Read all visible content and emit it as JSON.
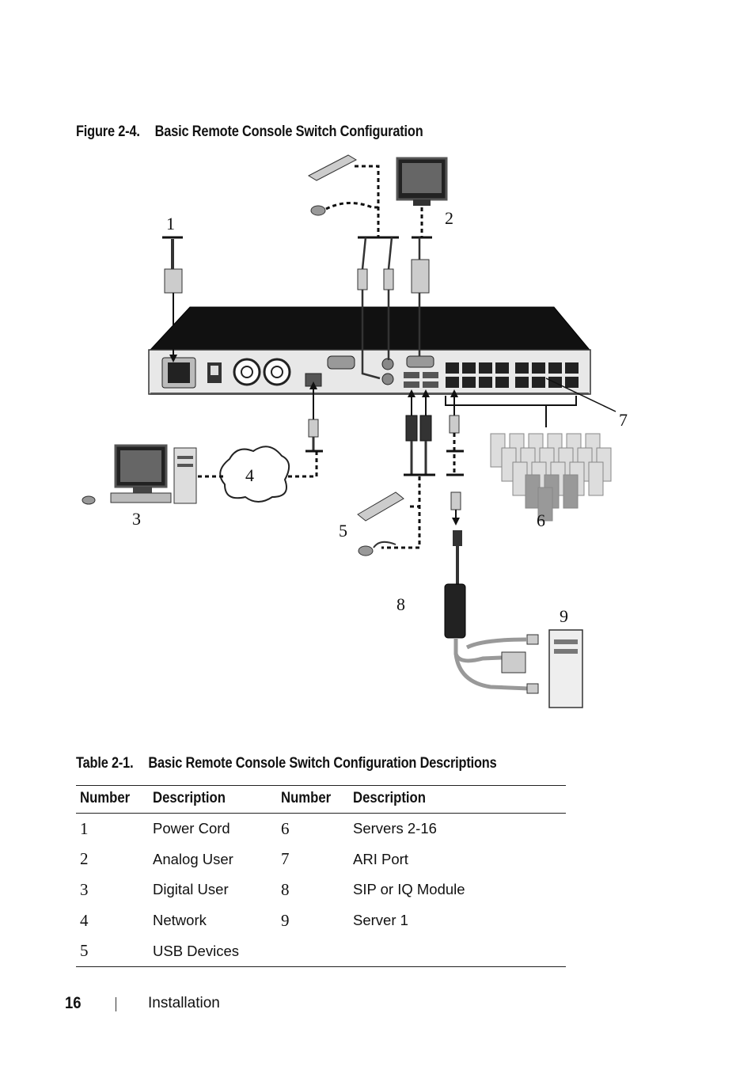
{
  "figure": {
    "number": "Figure 2-4.",
    "title": "Basic Remote Console Switch Configuration",
    "callouts": [
      "1",
      "2",
      "3",
      "4",
      "5",
      "6",
      "7",
      "8",
      "9"
    ]
  },
  "table": {
    "number": "Table 2-1.",
    "title": "Basic Remote Console Switch Configuration Descriptions",
    "headers": [
      "Number",
      "Description",
      "Number",
      "Description"
    ],
    "rows": [
      [
        "1",
        "Power Cord",
        "6",
        "Servers 2-16"
      ],
      [
        "2",
        "Analog User",
        "7",
        "ARI Port"
      ],
      [
        "3",
        "Digital User",
        "8",
        "SIP or IQ Module"
      ],
      [
        "4",
        "Network",
        "9",
        "Server 1"
      ],
      [
        "5",
        "USB Devices",
        "",
        ""
      ]
    ]
  },
  "footer": {
    "page_number": "16",
    "section": "Installation"
  }
}
